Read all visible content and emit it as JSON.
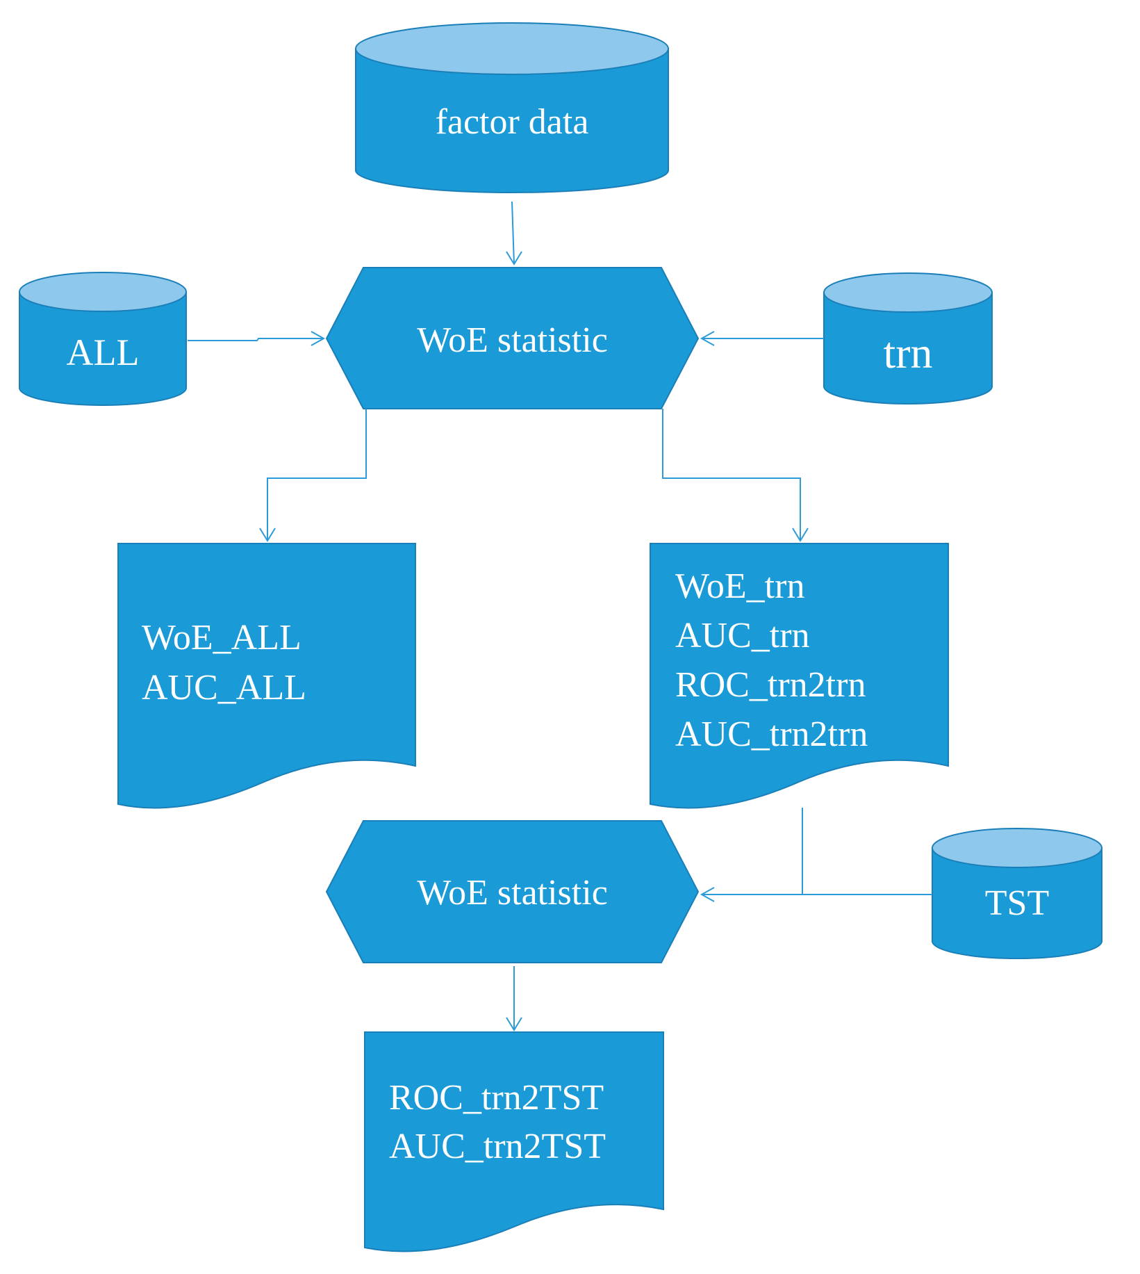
{
  "nodes": {
    "factor_data": "factor data",
    "all": "ALL",
    "trn": "trn",
    "tst": "TST",
    "woe_statistic_top": "WoE statistic",
    "woe_statistic_bottom": "WoE statistic"
  },
  "documents": {
    "all_outputs": [
      "WoE_ALL",
      "AUC_ALL"
    ],
    "trn_outputs": [
      "WoE_trn",
      "AUC_trn",
      "ROC_trn2trn",
      "AUC_trn2trn"
    ],
    "tst_outputs": [
      "ROC_trn2TST",
      "AUC_trn2TST"
    ]
  },
  "colors": {
    "shape_fill": "#1a9ad6",
    "shape_top": "#8ec8ec",
    "connector": "#2a9ad8",
    "text": "#ffffff"
  }
}
